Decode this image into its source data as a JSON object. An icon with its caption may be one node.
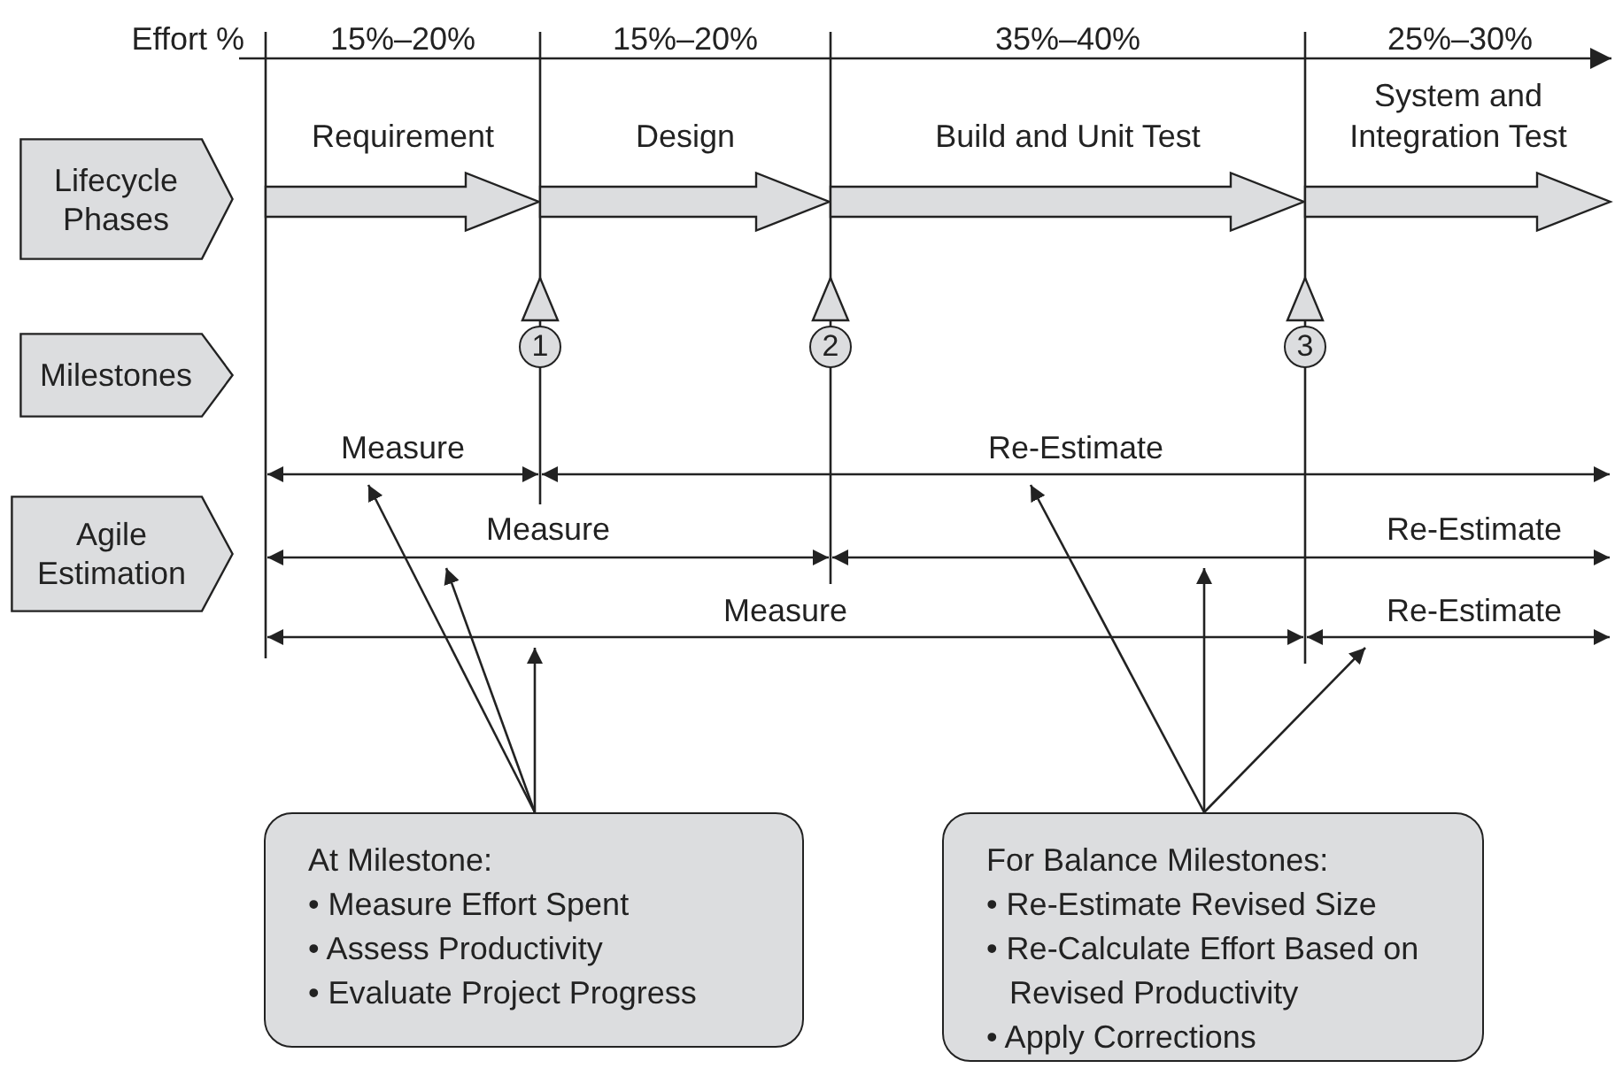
{
  "diagram": {
    "nodes": [
      {
        "text": [
          "Lifecycle Phases"
        ]
      },
      {
        "text": [
          "Milestones"
        ]
      },
      {
        "text": [
          "Agile Estimation"
        ]
      },
      {
        "text": [
          "Requirement"
        ]
      },
      {
        "text": [
          "Design"
        ]
      },
      {
        "text": [
          "Build and Unit Test"
        ]
      },
      {
        "text": [
          "System and Integration Test"
        ]
      },
      {
        "text": [
          "1"
        ]
      },
      {
        "text": [
          "2"
        ]
      },
      {
        "text": [
          "3"
        ]
      },
      {
        "text": [
          "Measure"
        ]
      },
      {
        "text": [
          "Re-Estimate"
        ]
      },
      {
        "text": [
          "Measure"
        ]
      },
      {
        "text": [
          "Re-Estimate"
        ]
      },
      {
        "text": [
          "Measure"
        ]
      },
      {
        "text": [
          "Re-Estimate"
        ]
      },
      {
        "text": [
          "At Milestone:",
          "• Measure Effort Spent",
          "• Assess Productivity",
          "• Evaluate Project Progress"
        ]
      },
      {
        "text": [
          "For Balance Milestones:",
          "• Re-Estimate Revised Size",
          "• Re-Calculate Effort Based on Revised Productivity",
          "• Apply Corrections"
        ]
      }
    ],
    "edges": [
      {
        "from": 16,
        "to": 10,
        "arrow": "to"
      },
      {
        "from": 16,
        "to": 12,
        "arrow": "to"
      },
      {
        "from": 16,
        "to": 14,
        "arrow": "to"
      },
      {
        "from": 17,
        "to": 11,
        "arrow": "to"
      },
      {
        "from": 17,
        "to": 13,
        "arrow": "to"
      },
      {
        "from": 17,
        "to": 15,
        "arrow": "to"
      }
    ],
    "labels": [
      "Effort %",
      "15%–20%",
      "15%–20%",
      "35%–40%",
      "25%–30%"
    ]
  }
}
